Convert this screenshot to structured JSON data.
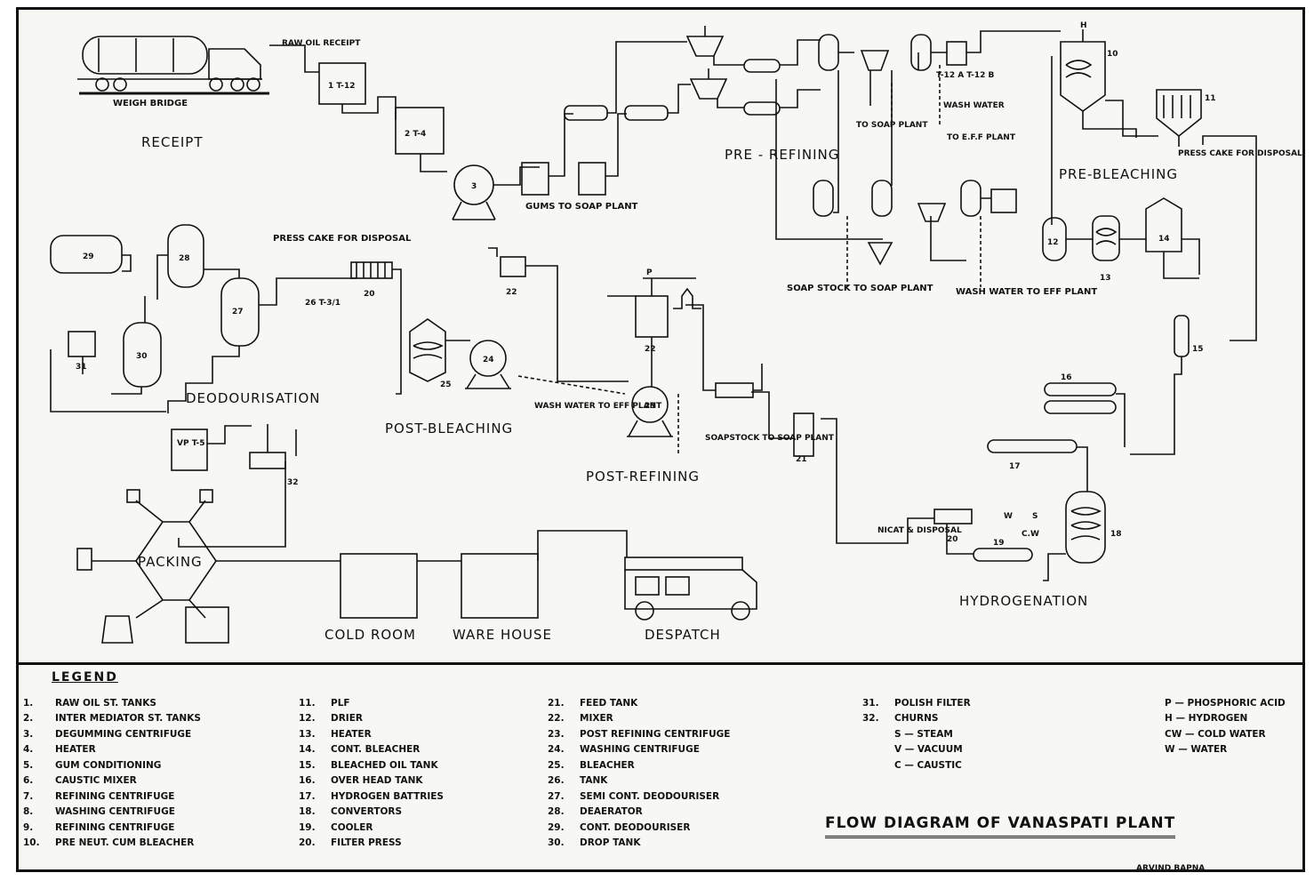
{
  "sections": {
    "receipt": "RECEIPT",
    "weigh_bridge": "WEIGH BRIDGE",
    "raw_oil_receipt": "RAW OIL RECEIPT",
    "pre_refining": "PRE - REFINING",
    "pre_bleaching": "PRE-BLEACHING",
    "deodourisation": "DEODOURISATION",
    "post_bleaching": "POST-BLEACHING",
    "post_refining": "POST-REFINING",
    "hydrogenation": "HYDROGENATION",
    "packing": "PACKING",
    "cold_room": "COLD ROOM",
    "ware_house": "WARE HOUSE",
    "despatch": "DESPATCH"
  },
  "annotations": {
    "gums_to_soap_plant": "GUMS TO SOAP PLANT",
    "to_soap_plant": "TO SOAP PLANT",
    "wash_water": "WASH WATER",
    "to_eff_plant": "TO E.F.F PLANT",
    "press_cake_top": "PRESS CAKE FOR DISPOSAL",
    "press_cake_left": "PRESS CAKE FOR DISPOSAL",
    "soap_stock": "SOAP STOCK TO SOAP PLANT",
    "wash_water_eff": "WASH WATER TO EFF PLANT",
    "wash_water_post": "WASH WATER TO EFF PLANT",
    "soapstock_post": "SOAPSTOCK TO SOAP PLANT",
    "nicat_disposal": "NICAT & DISPOSAL"
  },
  "unit_labels": {
    "t1": "1 T-12",
    "t2": "2 T-4",
    "u3": "3",
    "u10": "10",
    "u11": "11",
    "u12": "12",
    "u13": "13",
    "u14": "14",
    "u15": "15",
    "u16": "16",
    "u17": "17",
    "u18": "18",
    "u19": "19",
    "u20a": "20",
    "u20b": "20",
    "u21": "21",
    "u22a": "22",
    "u22b": "22",
    "u23": "23",
    "u24": "24",
    "u25": "25",
    "u26": "26 T-3/1",
    "u27": "27",
    "u28": "28",
    "u29": "29",
    "u30": "30",
    "u31": "31",
    "u32": "32",
    "vp": "VP T-5",
    "t12": "T-12 A T-12 B",
    "s": "S",
    "w": "W",
    "cw": "C.W",
    "p": "P",
    "h": "H"
  },
  "legend": {
    "title": "LEGEND",
    "col1": [
      {
        "n": "1.",
        "t": "RAW OIL ST. TANKS"
      },
      {
        "n": "2.",
        "t": "INTER MEDIATOR ST. TANKS"
      },
      {
        "n": "3.",
        "t": "DEGUMMING CENTRIFUGE"
      },
      {
        "n": "4.",
        "t": "HEATER"
      },
      {
        "n": "5.",
        "t": "GUM CONDITIONING"
      },
      {
        "n": "6.",
        "t": "CAUSTIC MIXER"
      },
      {
        "n": "7.",
        "t": "REFINING CENTRIFUGE"
      },
      {
        "n": "8.",
        "t": "WASHING CENTRIFUGE"
      },
      {
        "n": "9.",
        "t": "REFINING CENTRIFUGE"
      },
      {
        "n": "10.",
        "t": "PRE NEUT. CUM BLEACHER"
      }
    ],
    "col2": [
      {
        "n": "11.",
        "t": "PLF"
      },
      {
        "n": "12.",
        "t": "DRIER"
      },
      {
        "n": "13.",
        "t": "HEATER"
      },
      {
        "n": "14.",
        "t": "CONT. BLEACHER"
      },
      {
        "n": "15.",
        "t": "BLEACHED OIL TANK"
      },
      {
        "n": "16.",
        "t": "OVER HEAD TANK"
      },
      {
        "n": "17.",
        "t": "HYDROGEN BATTRIES"
      },
      {
        "n": "18.",
        "t": "CONVERTORS"
      },
      {
        "n": "19.",
        "t": "COOLER"
      },
      {
        "n": "20.",
        "t": "FILTER PRESS"
      }
    ],
    "col3": [
      {
        "n": "21.",
        "t": "FEED TANK"
      },
      {
        "n": "22.",
        "t": "MIXER"
      },
      {
        "n": "23.",
        "t": "POST REFINING CENTRIFUGE"
      },
      {
        "n": "24.",
        "t": "WASHING CENTRIFUGE"
      },
      {
        "n": "25.",
        "t": "BLEACHER"
      },
      {
        "n": "26.",
        "t": "TANK"
      },
      {
        "n": "27.",
        "t": "SEMI CONT. DEODOURISER"
      },
      {
        "n": "28.",
        "t": "DEAERATOR"
      },
      {
        "n": "29.",
        "t": "CONT. DEODOURISER"
      },
      {
        "n": "30.",
        "t": "DROP TANK"
      }
    ],
    "col4": [
      {
        "n": "31.",
        "t": "POLISH FILTER"
      },
      {
        "n": "32.",
        "t": "CHURNS"
      },
      {
        "n": "",
        "t": "S — STEAM"
      },
      {
        "n": "",
        "t": "V — VACUUM"
      },
      {
        "n": "",
        "t": "C — CAUSTIC"
      }
    ],
    "col5": [
      {
        "n": "",
        "t": "P — PHOSPHORIC ACID"
      },
      {
        "n": "",
        "t": "H — HYDROGEN"
      },
      {
        "n": "",
        "t": "CW — COLD WATER"
      },
      {
        "n": "",
        "t": "W — WATER"
      }
    ],
    "flow_title": "FLOW DIAGRAM OF VANASPATI PLANT"
  },
  "signature": "ARVIND BAPNA"
}
